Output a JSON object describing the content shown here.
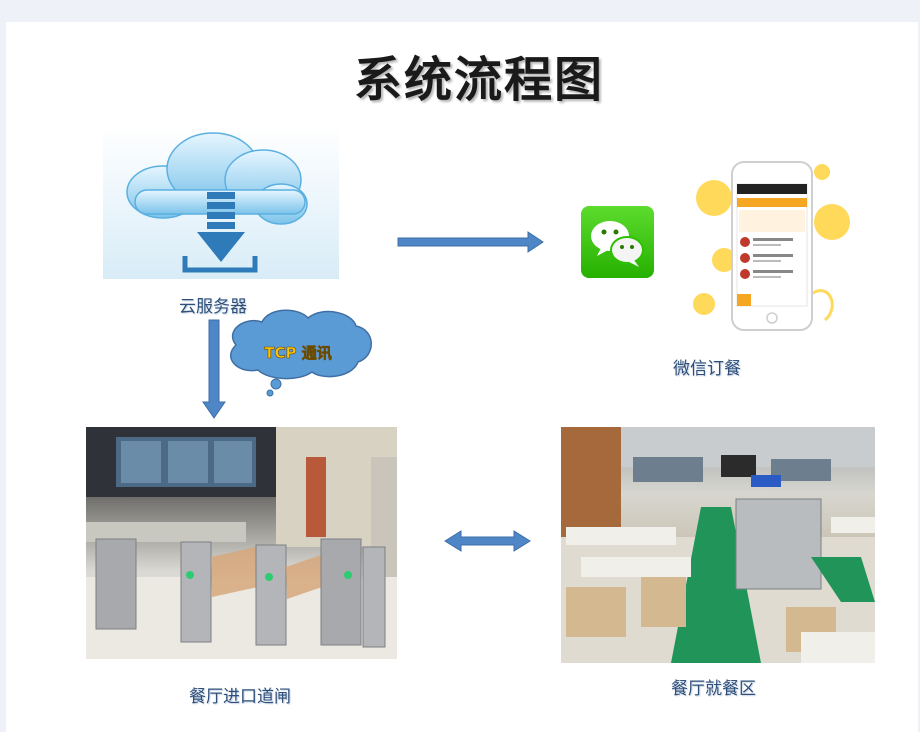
{
  "title": "系统流程图",
  "nodes": {
    "cloud_server": "云服务器",
    "wechat_order": "微信订餐",
    "entrance_gate": "餐厅进口道闸",
    "dining_area": "餐厅就餐区"
  },
  "connections": {
    "tcp_label": "TCP 通讯"
  },
  "colors": {
    "arrow": "#4f86c6",
    "bubble": "#5b9bd5",
    "bubble_text": "#ffc300",
    "wechat": "#2dc100",
    "phone_accent": "#f5a623"
  }
}
